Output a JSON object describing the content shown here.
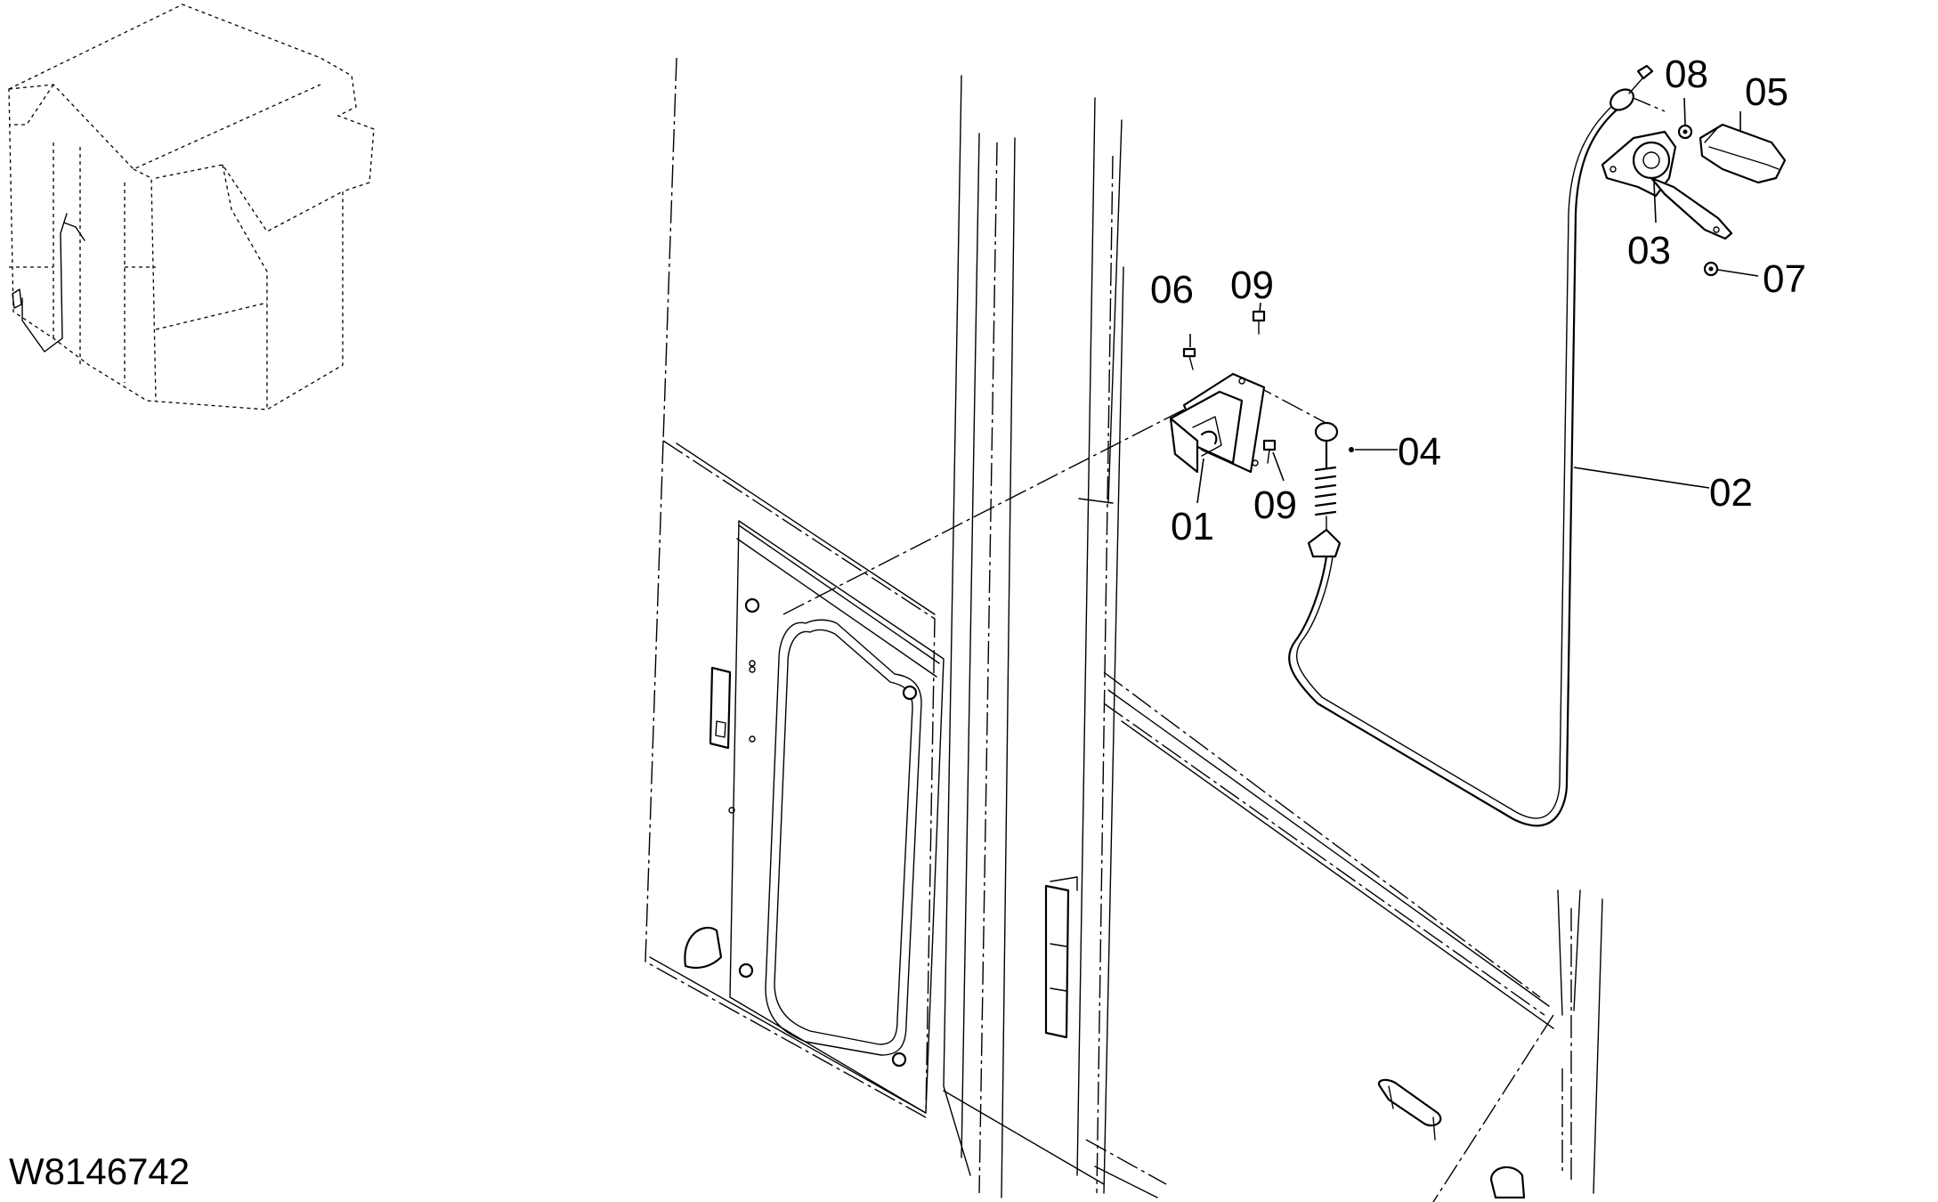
{
  "document_id": "W8146742",
  "callouts": [
    {
      "id": "01",
      "label": "01"
    },
    {
      "id": "02",
      "label": "02"
    },
    {
      "id": "03",
      "label": "03"
    },
    {
      "id": "04",
      "label": "04"
    },
    {
      "id": "05",
      "label": "05"
    },
    {
      "id": "06",
      "label": "06"
    },
    {
      "id": "07",
      "label": "07"
    },
    {
      "id": "08",
      "label": "08"
    },
    {
      "id": "09a",
      "label": "09"
    },
    {
      "id": "09b",
      "label": "09"
    }
  ]
}
